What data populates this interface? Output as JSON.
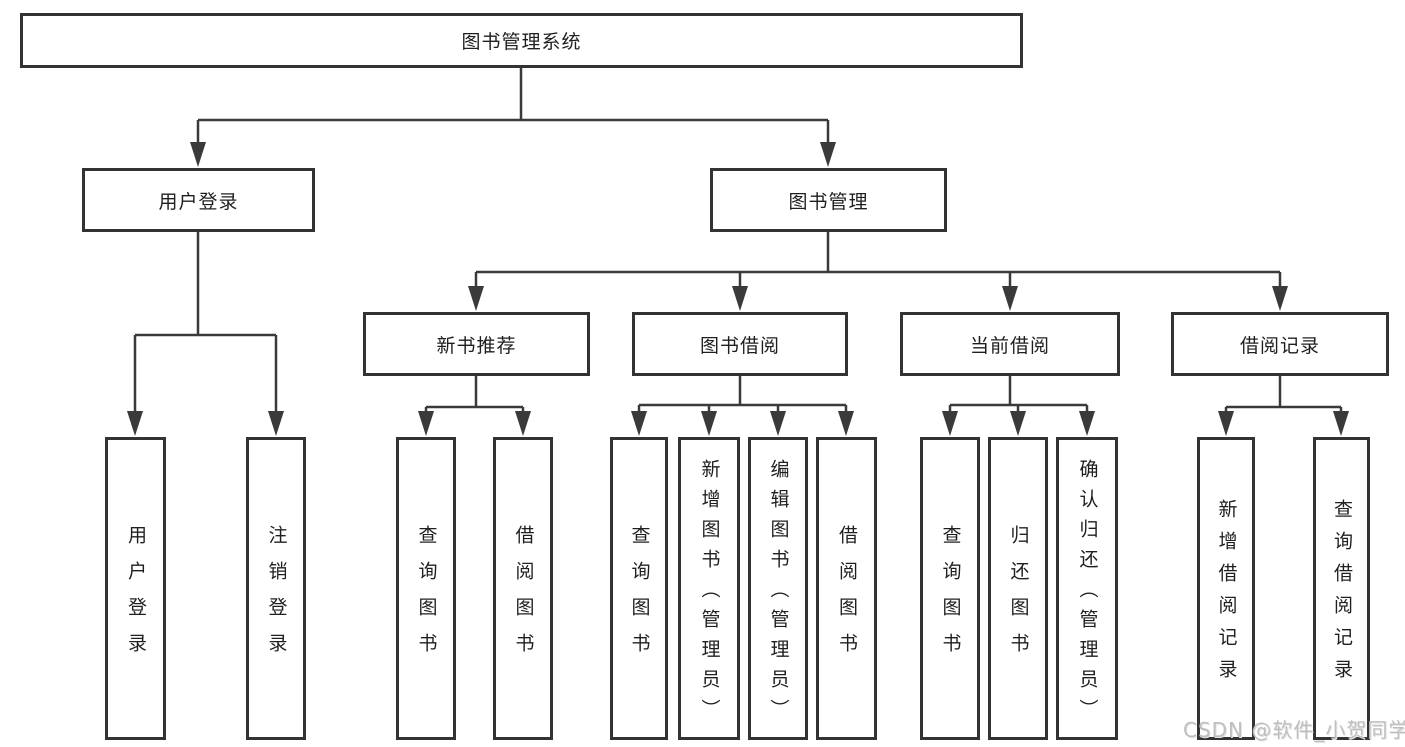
{
  "diagram": {
    "root": {
      "label": "图书管理系统",
      "children": [
        {
          "label": "用户登录",
          "children": [
            {
              "label": "用户登录"
            },
            {
              "label": "注销登录"
            }
          ]
        },
        {
          "label": "图书管理",
          "children": [
            {
              "label": "新书推荐",
              "children": [
                {
                  "label": "查询图书"
                },
                {
                  "label": "借阅图书"
                }
              ]
            },
            {
              "label": "图书借阅",
              "children": [
                {
                  "label": "查询图书"
                },
                {
                  "label": "新增图书（管理员）"
                },
                {
                  "label": "编辑图书（管理员）"
                },
                {
                  "label": "借阅图书"
                }
              ]
            },
            {
              "label": "当前借阅",
              "children": [
                {
                  "label": "查询图书"
                },
                {
                  "label": "归还图书"
                },
                {
                  "label": "确认归还（管理员）"
                }
              ]
            },
            {
              "label": "借阅记录",
              "children": [
                {
                  "label": "新增借阅记录"
                },
                {
                  "label": "查询借阅记录"
                }
              ]
            }
          ]
        }
      ]
    },
    "colors": {
      "line": "#3a3a3a",
      "box_border": "#333333",
      "text": "#1f1f1f",
      "background": "#ffffff",
      "watermark": "#bfbfbf"
    }
  },
  "watermark": {
    "text": "CSDN @软件_小贺同学"
  }
}
